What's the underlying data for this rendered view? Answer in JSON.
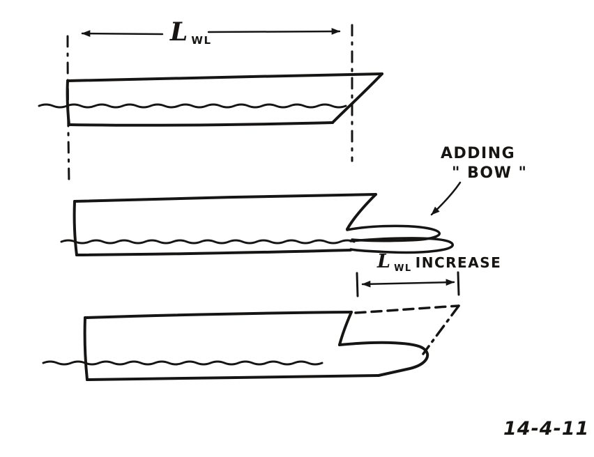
{
  "page": {
    "background": "#ffffff",
    "ink": "#171513"
  },
  "labels": {
    "lwl_dim": {
      "main": "L",
      "sub": "WL"
    },
    "adding_bow": {
      "line1": "ADDING",
      "line2": "\" BOW \""
    },
    "lwl_increase": {
      "main": "L",
      "sub": "WL",
      "rest": " INCREASE"
    },
    "date": "14-4-11"
  }
}
